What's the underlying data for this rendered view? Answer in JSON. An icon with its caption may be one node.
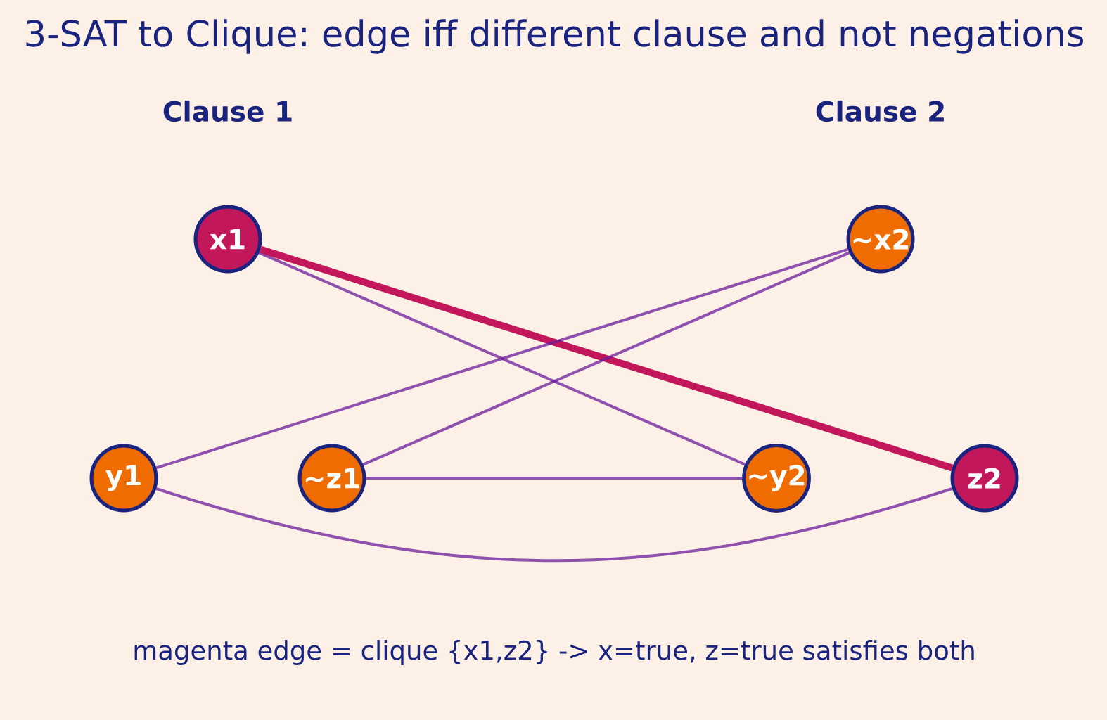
{
  "diagram": {
    "title": "3-SAT to Clique: edge iff different clause and not negations",
    "caption": "magenta edge = clique {x1,z2} -> x=true, z=true satisfies both",
    "nodes": [
      {
        "text": [
          "x1"
        ]
      },
      {
        "text": [
          "~x2"
        ]
      },
      {
        "text": [
          "y1"
        ]
      },
      {
        "text": [
          "~z1"
        ]
      },
      {
        "text": [
          "~y2"
        ]
      },
      {
        "text": [
          "z2"
        ]
      }
    ],
    "edges": [
      {
        "from": 0,
        "to": 4,
        "arrow": "none"
      },
      {
        "from": 0,
        "to": 5,
        "arrow": "none",
        "style": "thick",
        "color": "#c2185b"
      },
      {
        "from": 2,
        "to": 1,
        "arrow": "none"
      },
      {
        "from": 3,
        "to": 1,
        "arrow": "none"
      },
      {
        "from": 2,
        "to": 5,
        "arrow": "none"
      },
      {
        "from": 3,
        "to": 4,
        "arrow": "none"
      }
    ],
    "labels": [
      "Clause 1",
      "Clause 2"
    ]
  }
}
